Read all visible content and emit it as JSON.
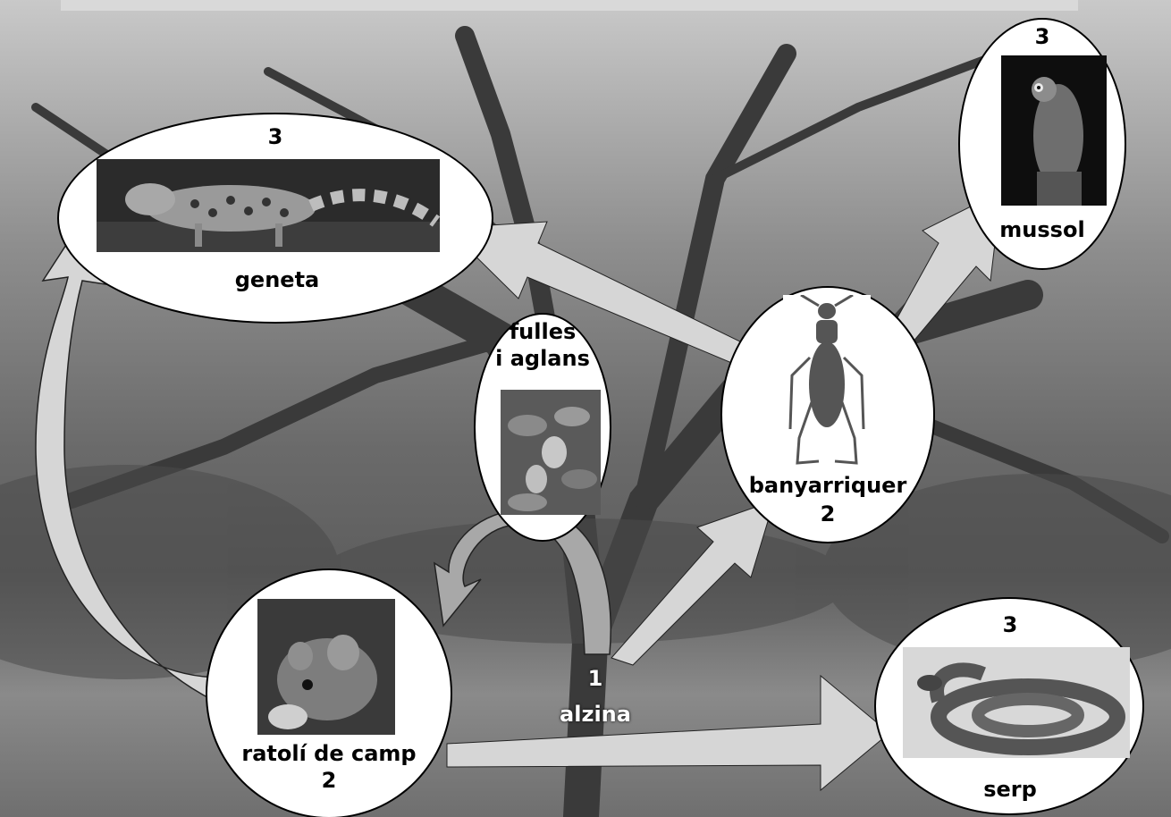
{
  "nodes": {
    "geneta": {
      "level": "3",
      "name": "geneta"
    },
    "mussol": {
      "level": "3",
      "name": "mussol"
    },
    "fulles": {
      "name_line1": "fulles",
      "name_line2": "i aglans"
    },
    "banyarriquer": {
      "name": "banyarriquer",
      "level": "2"
    },
    "ratoli": {
      "name": "ratolí de camp",
      "level": "2"
    },
    "serp": {
      "level": "3",
      "name": "serp"
    },
    "alzina": {
      "level": "1",
      "name": "alzina"
    }
  },
  "colors": {
    "arrow_light": "#d6d6d6",
    "arrow_dark": "#a8a8a8",
    "node_fill": "#ffffff",
    "outline": "#000000"
  },
  "icons": [
    "genet-photo",
    "owl-photo",
    "acorn-leaves-photo",
    "beetle-drawing",
    "mouse-photo",
    "snake-photo"
  ]
}
